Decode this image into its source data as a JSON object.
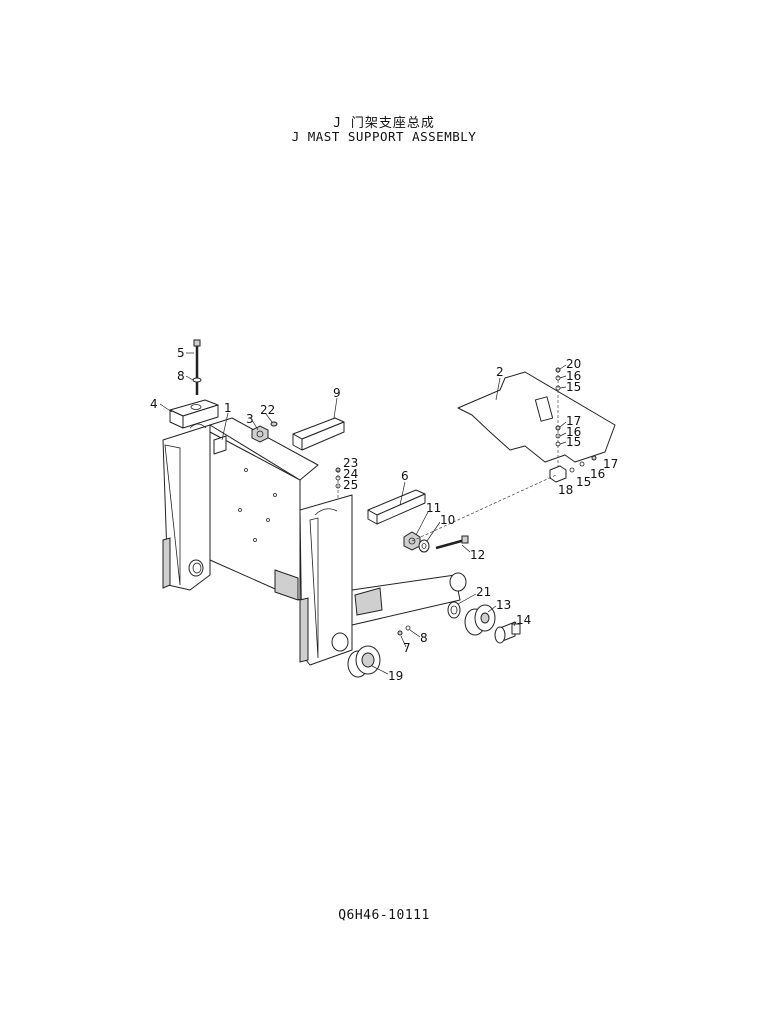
{
  "title": {
    "cn": "J  门架支座总成",
    "en": "J  MAST SUPPORT ASSEMBLY"
  },
  "drawing_number": "Q6H46-10111",
  "callouts": [
    "5",
    "8",
    "4",
    "1",
    "3",
    "22",
    "9",
    "2",
    "20",
    "16",
    "15",
    "17",
    "16",
    "15",
    "23",
    "24",
    "25",
    "6",
    "11",
    "10",
    "12",
    "16",
    "17",
    "15",
    "18",
    "21",
    "13",
    "14",
    "8",
    "7",
    "19"
  ]
}
